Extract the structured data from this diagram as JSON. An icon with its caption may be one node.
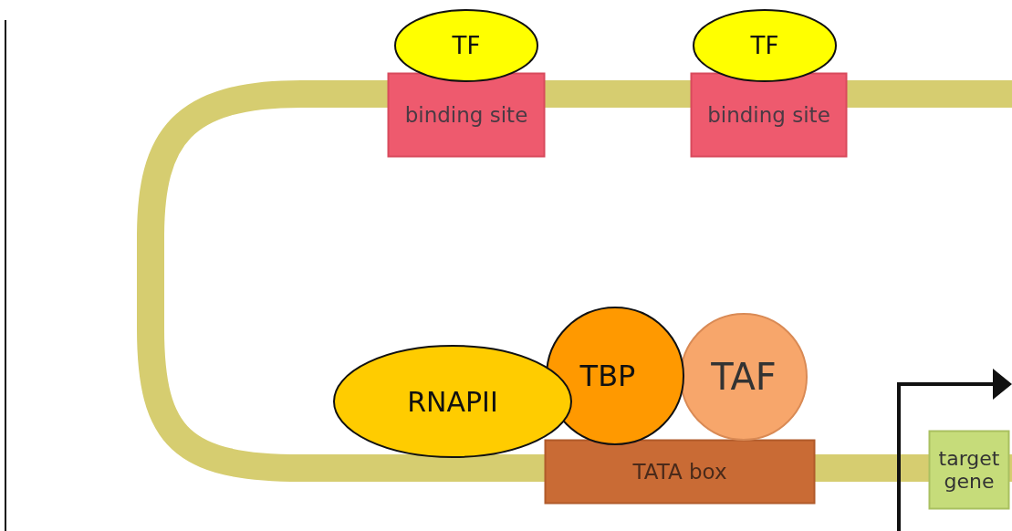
{
  "diagram": {
    "nodes": [
      {
        "text": [
          "binding site"
        ]
      },
      {
        "text": [
          "TF"
        ]
      },
      {
        "text": [
          "binding site"
        ]
      },
      {
        "text": [
          "TF"
        ]
      },
      {
        "text": [
          "TATA box"
        ]
      },
      {
        "text": [
          "TAF"
        ]
      },
      {
        "text": [
          "TBP"
        ]
      },
      {
        "text": [
          "RNAPII"
        ]
      },
      {
        "text": [
          "target gene"
        ]
      }
    ]
  }
}
